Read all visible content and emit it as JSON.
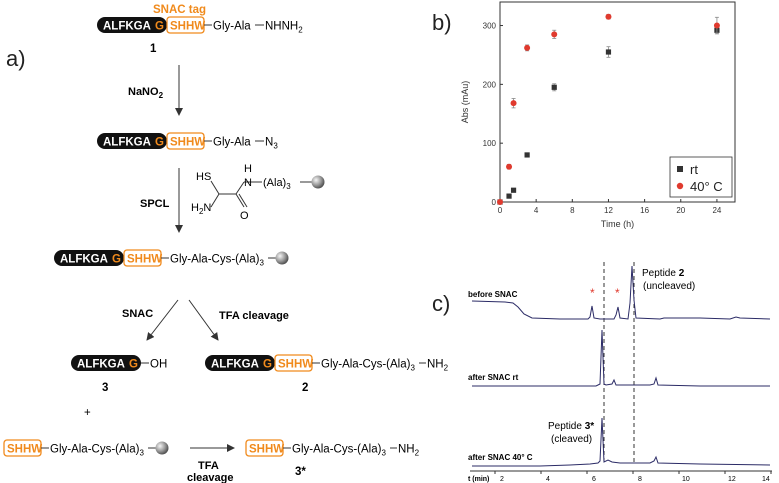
{
  "panel_a": {
    "label": "a)",
    "snac_tag": "SNAC tag",
    "box_black": "ALFKGA",
    "box_g": "G",
    "box_shhw": "SHHW",
    "c1_tail": "Gly-Ala",
    "c1_end": "NHNH",
    "c1_sub": "2",
    "c1_num": "1",
    "step1": "NaNO",
    "step1_sub": "2",
    "c2_tail": "Gly-Ala",
    "c2_end": "N",
    "c2_sub": "3",
    "spcl_label": "SPCL",
    "reag_hs": "HS",
    "reag_h2n": "H",
    "reag_h2n_sub": "2",
    "reag_n": "N",
    "reag_nh": "N",
    "reag_h": "H",
    "reag_o": "O",
    "reag_ala": "(Ala)",
    "reag_ala_sub": "3",
    "c3_tail": "Gly-Ala-Cys-(Ala)",
    "c3_sub": "3",
    "snac_label": "SNAC",
    "tfa_label": "TFA cleavage",
    "p3_oh": "OH",
    "p3_num": "3",
    "p2_tail": "Gly-Ala-Cys-(Ala)",
    "p2_sub": "3",
    "p2_end": "NH",
    "p2_sub2": "2",
    "p2_num": "2",
    "plus": "+",
    "bot_tail": "Gly-Ala-Cys-(Ala)",
    "bot_sub": "3",
    "tfa2_l1": "TFA",
    "tfa2_l2": "cleavage",
    "p3s_tail": "Gly-Ala-Cys-(Ala)",
    "p3s_sub": "3",
    "p3s_end": "NH",
    "p3s_sub2": "2",
    "p3s_num": "3*"
  },
  "panel_b": {
    "label": "b)"
  },
  "panel_c": {
    "label": "c)",
    "trace1": "before SNAC",
    "trace2": "after SNAC rt",
    "trace3": "after SNAC 40° C",
    "peak2_a": "Peptide ",
    "peak2_b": "2",
    "peak2_c": "(uncleaved)",
    "peak3_a": "Peptide ",
    "peak3_b": "3*",
    "peak3_c": "(cleaved)",
    "star": "*",
    "xlabel": "t (min)",
    "xticks": [
      "2",
      "4",
      "6",
      "8",
      "10",
      "12",
      "14"
    ]
  },
  "chart_data": {
    "type": "scatter",
    "title": "",
    "xlabel": "Time (h)",
    "ylabel": "Abs (mAu)",
    "xlim": [
      0,
      26
    ],
    "ylim": [
      0,
      340
    ],
    "xticks": [
      0,
      4,
      8,
      12,
      16,
      20,
      24
    ],
    "yticks": [
      0,
      100,
      200,
      300
    ],
    "grid": false,
    "legend_position": "bottom-right",
    "series": [
      {
        "name": "rt",
        "color": "#333333",
        "marker": "square",
        "x": [
          0,
          1,
          1.5,
          3,
          6,
          12,
          24
        ],
        "y": [
          0,
          10,
          20,
          80,
          195,
          255,
          292
        ],
        "err": [
          0,
          2,
          3,
          3,
          6,
          9,
          6
        ]
      },
      {
        "name": "40° C",
        "color": "#e03a2e",
        "marker": "circle",
        "x": [
          0,
          1,
          1.5,
          3,
          6,
          12,
          24
        ],
        "y": [
          0,
          60,
          168,
          262,
          285,
          315,
          300
        ],
        "err": [
          0,
          4,
          8,
          5,
          7,
          4,
          14
        ]
      }
    ]
  }
}
